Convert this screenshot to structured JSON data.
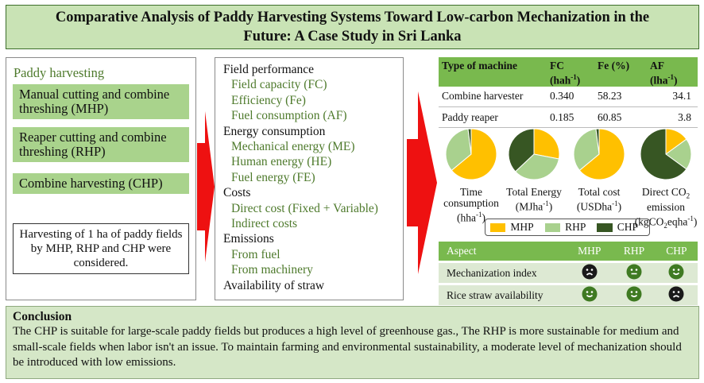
{
  "title": "Comparative Analysis of Paddy Harvesting Systems Toward Low-carbon Mechanization in the Future: A Case Study in Sri Lanka",
  "left_panel": {
    "heading": "Paddy harvesting",
    "methods": [
      "Manual cutting and combine threshing (MHP)",
      "Reaper cutting and combine threshing (RHP)",
      "Combine harvesting (CHP)"
    ],
    "note": "Harvesting of 1 ha of paddy fields by MHP, RHP and CHP were considered."
  },
  "middle_panel": {
    "items": [
      {
        "text": "Field performance",
        "kind": "cat"
      },
      {
        "text": "Field capacity (FC)",
        "kind": "sub"
      },
      {
        "text": "Efficiency (Fe)",
        "kind": "sub"
      },
      {
        "text": "Fuel consumption (AF)",
        "kind": "sub"
      },
      {
        "text": "Energy consumption",
        "kind": "cat"
      },
      {
        "text": "Mechanical energy (ME)",
        "kind": "sub"
      },
      {
        "text": "Human energy (HE)",
        "kind": "sub"
      },
      {
        "text": "Fuel energy (FE)",
        "kind": "sub"
      },
      {
        "text": "Costs",
        "kind": "cat"
      },
      {
        "text": "Direct cost (Fixed + Variable)",
        "kind": "sub"
      },
      {
        "text": "Indirect costs",
        "kind": "sub"
      },
      {
        "text": "Emissions",
        "kind": "cat"
      },
      {
        "text": "From fuel",
        "kind": "sub"
      },
      {
        "text": "From machinery",
        "kind": "sub"
      },
      {
        "text": "Availability of straw",
        "kind": "cat"
      }
    ]
  },
  "machine_table": {
    "headers": {
      "type": "Type of machine",
      "fc": "FC",
      "fc_unit_a": "(hah",
      "fc_unit_sup": "-1",
      "fc_unit_b": ")",
      "fe": "Fe (%)",
      "af": "AF",
      "af_unit_a": "(lha",
      "af_unit_sup": "-1",
      "af_unit_b": ")"
    },
    "rows": [
      {
        "machine": "Combine harvester",
        "fc": "0.340",
        "fe": "58.23",
        "af": "34.1"
      },
      {
        "machine": "Paddy reaper",
        "fc": "0.185",
        "fe": "60.85",
        "af": "3.8"
      }
    ]
  },
  "chart_data": {
    "type": "pie",
    "series_names": [
      "MHP",
      "RHP",
      "CHP"
    ],
    "colors": {
      "MHP": "#ffc000",
      "RHP": "#a9d18e",
      "CHP": "#375623"
    },
    "charts": [
      {
        "caption_a": "Time",
        "caption_b": "consumption",
        "caption_c_pre": "(hha",
        "caption_c_sup": "-1",
        "caption_c_post": ")",
        "shares": {
          "MHP": 0.64,
          "RHP": 0.34,
          "CHP": 0.02
        }
      },
      {
        "caption_a": "Total Energy",
        "caption_b_pre": "(MJha",
        "caption_b_sup": "-1",
        "caption_b_post": ")",
        "shares": {
          "MHP": 0.28,
          "RHP": 0.35,
          "CHP": 0.37
        }
      },
      {
        "caption_a": "Total cost",
        "caption_b_pre": "(USDha",
        "caption_b_sup": "-1",
        "caption_b_post": ")",
        "shares": {
          "MHP": 0.64,
          "RHP": 0.34,
          "CHP": 0.02
        }
      },
      {
        "caption_a_pre": "Direct CO",
        "caption_a_sub": "2",
        "caption_b": "emission",
        "caption_c_pre": "(kgCO",
        "caption_c_sub": "2",
        "caption_c_mid": "eqha",
        "caption_c_sup": "-1",
        "caption_c_post": ")",
        "shares": {
          "MHP": 0.15,
          "RHP": 0.2,
          "CHP": 0.65
        }
      }
    ]
  },
  "legend": [
    "MHP",
    "RHP",
    "CHP"
  ],
  "aspect_table": {
    "headers": [
      "Aspect",
      "MHP",
      "RHP",
      "CHP"
    ],
    "rows": [
      {
        "aspect": "Mechanization index",
        "faces": [
          "sad",
          "neutral",
          "happy"
        ]
      },
      {
        "aspect": "Rice straw availability",
        "faces": [
          "happy",
          "happy",
          "sad"
        ]
      }
    ]
  },
  "conclusion": {
    "heading": "Conclusion",
    "text": "The CHP is suitable for large-scale paddy fields but produces a high level of greenhouse gas., The RHP is more sustainable for medium and small-scale fields when labor isn't an issue. To maintain farming and environmental sustainability, a moderate level of mechanization should be introduced with low emissions."
  }
}
